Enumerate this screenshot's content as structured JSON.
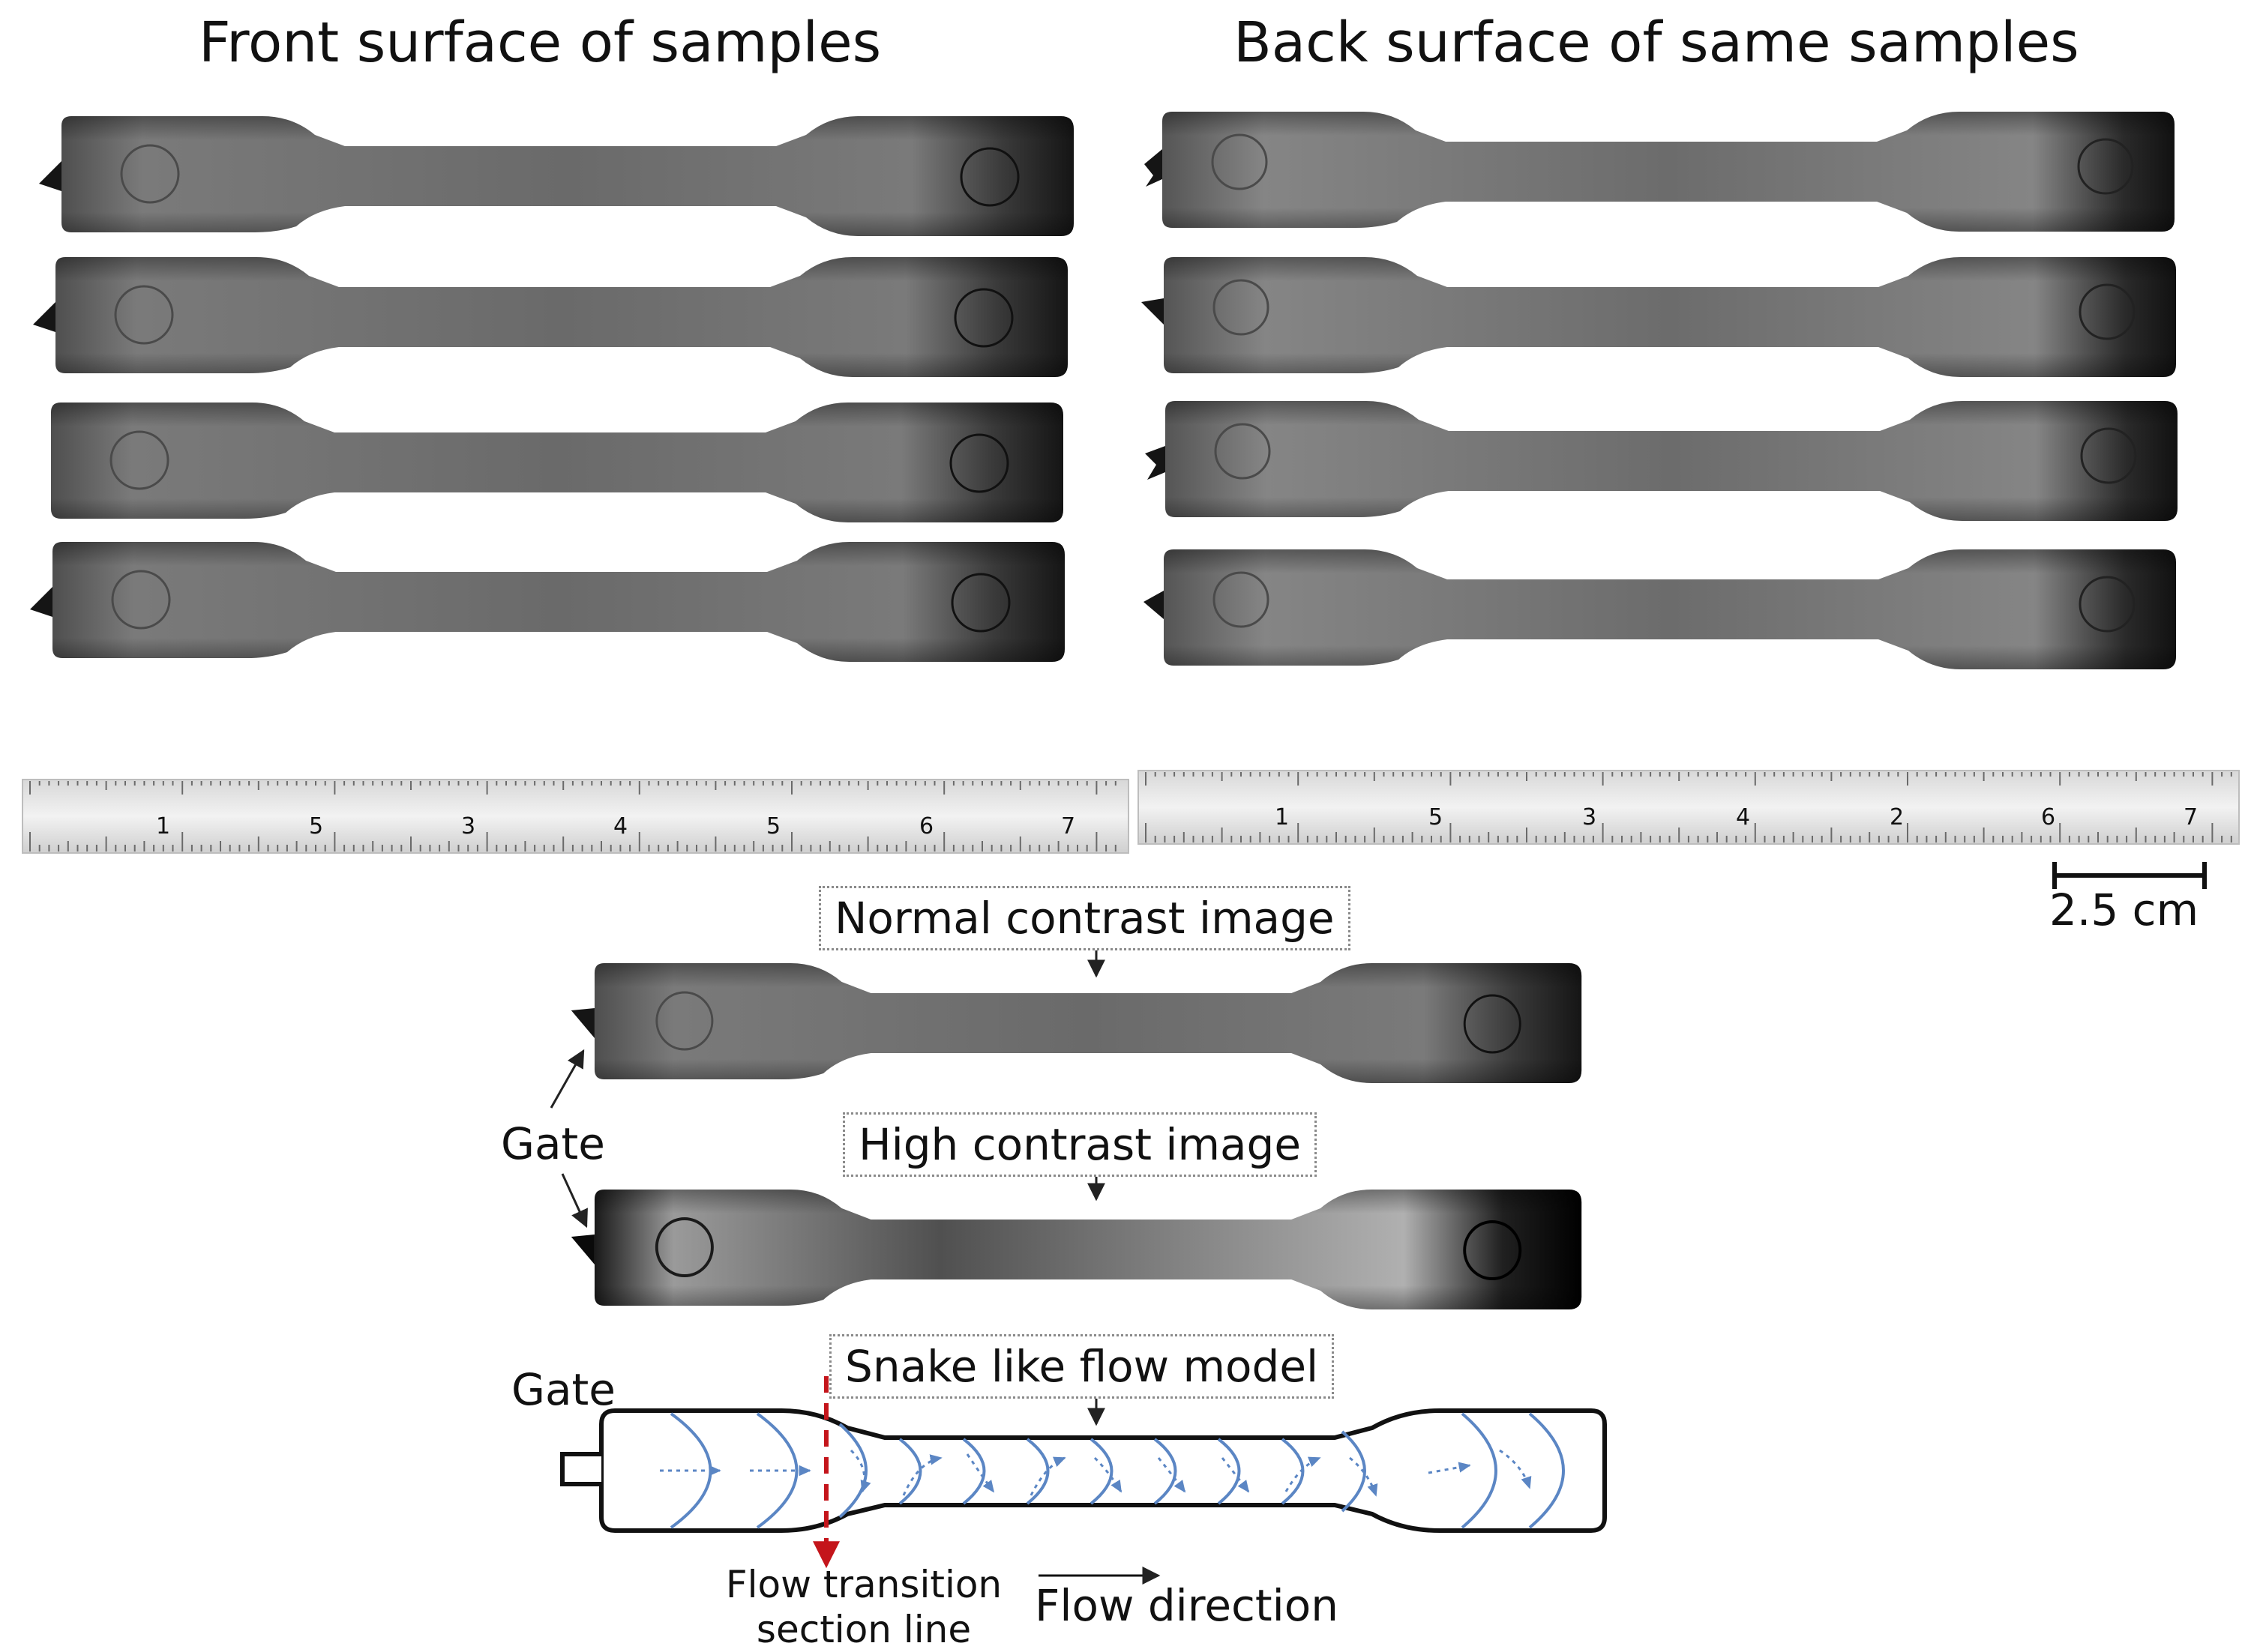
{
  "panels": {
    "front_title": "Front surface of samples",
    "back_title": "Back surface of same samples"
  },
  "scale_bar": {
    "label": "2.5 cm"
  },
  "ruler": {
    "numbers": [
      "1",
      "2",
      "3",
      "4",
      "5",
      "6",
      "7"
    ]
  },
  "detail": {
    "normal_label": "Normal contrast image",
    "high_label": "High contrast image",
    "model_label": "Snake like flow model",
    "gate_label": "Gate",
    "gate_label_model": "Gate",
    "flow_transition": [
      "Flow transition",
      "section line"
    ],
    "flow_direction": "Flow direction"
  },
  "colors": {
    "sample_metal": "#6e6e6e",
    "sample_dark_end": "#161616",
    "flow_front": "#5b86c4",
    "transition_line": "#c4151b"
  }
}
